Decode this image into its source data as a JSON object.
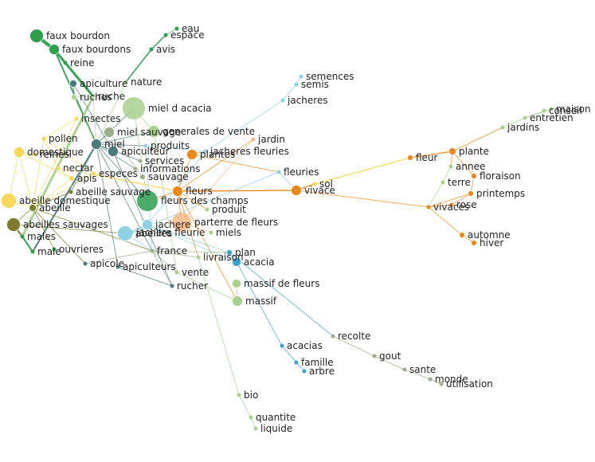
{
  "diagram": {
    "type": "word co-occurrence network",
    "community_colors": {
      "dark_green": "#2e9e4f",
      "light_green": "#a9d18e",
      "yellow": "#f5d85a",
      "olive": "#7d7c2e",
      "teal": "#4a7a7a",
      "light_blue": "#8fd0e3",
      "blue": "#3aa3c9",
      "orange": "#e8891a",
      "peach": "#f8b98a",
      "grey_green": "#9cae8a"
    },
    "nodes": [
      {
        "id": "faux_bourdon",
        "label": "faux bourdon",
        "color": "#2e9e4f"
      },
      {
        "id": "faux_bourdons",
        "label": "faux bourdons",
        "color": "#2e9e4f"
      },
      {
        "id": "reine",
        "label": "reine",
        "color": "#2e9e4f"
      },
      {
        "id": "eau",
        "label": "eau",
        "color": "#2e9e4f"
      },
      {
        "id": "espace",
        "label": "espace",
        "color": "#2e9e4f"
      },
      {
        "id": "avis",
        "label": "avis",
        "color": "#2e9e4f"
      },
      {
        "id": "apiculture",
        "label": "apiculture",
        "color": "#4a7a7a"
      },
      {
        "id": "nature",
        "label": "nature",
        "color": "#a9d18e"
      },
      {
        "id": "ruches",
        "label": "ruches",
        "color": "#a9d18e"
      },
      {
        "id": "ruche",
        "label": "ruche",
        "color": "#a9d18e"
      },
      {
        "id": "miel_acacia",
        "label": "miel d acacia",
        "color": "#a9d18e"
      },
      {
        "id": "insectes",
        "label": "insectes",
        "color": "#f5d85a"
      },
      {
        "id": "miel_sauvage",
        "label": "miel sauvage",
        "color": "#9cae8a"
      },
      {
        "id": "generales_vente",
        "label": "generales de vente",
        "color": "#a9d18e"
      },
      {
        "id": "pollen",
        "label": "pollen",
        "color": "#f5d85a"
      },
      {
        "id": "miel",
        "label": "miel",
        "color": "#4a7a7a"
      },
      {
        "id": "produits",
        "label": "produits",
        "color": "#8fd0e3"
      },
      {
        "id": "jardin",
        "label": "jardin",
        "color": "#f8b98a"
      },
      {
        "id": "domestique",
        "label": "domestique",
        "color": "#f5d85a"
      },
      {
        "id": "reines",
        "label": "reines",
        "color": "#f5d85a"
      },
      {
        "id": "apiculteur",
        "label": "apiculteur",
        "color": "#4a7a7a"
      },
      {
        "id": "plantes",
        "label": "plantes",
        "color": "#e8891a"
      },
      {
        "id": "jacheres_fleuries",
        "label": "jacheres fleuries",
        "color": "#8fd0e3"
      },
      {
        "id": "services",
        "label": "services",
        "color": "#9cae8a"
      },
      {
        "id": "nectar",
        "label": "nectar",
        "color": "#f5d85a"
      },
      {
        "id": "especes",
        "label": "especes",
        "color": "#f5d85a"
      },
      {
        "id": "informations",
        "label": "informations",
        "color": "#9cae8a"
      },
      {
        "id": "apis",
        "label": "apis",
        "color": "#f5d85a"
      },
      {
        "id": "sauvage",
        "label": "sauvage",
        "color": "#9cae8a"
      },
      {
        "id": "abeille_sauvage",
        "label": "abeille sauvage",
        "color": "#7d7c2e"
      },
      {
        "id": "fleurs",
        "label": "fleurs",
        "color": "#e8891a"
      },
      {
        "id": "abeille_domestique",
        "label": "abeille domestique",
        "color": "#f5d85a"
      },
      {
        "id": "abeille",
        "label": "abeille",
        "color": "#7d7c2e"
      },
      {
        "id": "fleurs_champs",
        "label": "fleurs des champs",
        "color": "#2e9e4f"
      },
      {
        "id": "produit",
        "label": "produit",
        "color": "#a9d18e"
      },
      {
        "id": "abeilles_sauvages",
        "label": "abeilles sauvages",
        "color": "#7d7c2e"
      },
      {
        "id": "abeilles",
        "label": "abeilles",
        "color": "#8fd0e3"
      },
      {
        "id": "jachere",
        "label": "jachere",
        "color": "#8fd0e3"
      },
      {
        "id": "parterre_fleurs",
        "label": "parterre de fleurs",
        "color": "#f8b98a"
      },
      {
        "id": "jachere_fleurie",
        "label": "jachere fleurie",
        "color": "#8fd0e3"
      },
      {
        "id": "miels",
        "label": "miels",
        "color": "#a9d18e"
      },
      {
        "id": "males",
        "label": "males",
        "color": "#2e9e4f"
      },
      {
        "id": "male",
        "label": "male",
        "color": "#2e9e4f"
      },
      {
        "id": "ouvrieres",
        "label": "ouvrieres",
        "color": "#2e9e4f"
      },
      {
        "id": "france",
        "label": "france",
        "color": "#9cae8a"
      },
      {
        "id": "livraison",
        "label": "livraison",
        "color": "#a9d18e"
      },
      {
        "id": "plan",
        "label": "plan",
        "color": "#3aa3c9"
      },
      {
        "id": "acacia",
        "label": "acacia",
        "color": "#3aa3c9"
      },
      {
        "id": "apicole",
        "label": "apicole",
        "color": "#4a7a7a"
      },
      {
        "id": "apiculteurs",
        "label": "apiculteurs",
        "color": "#4a7a7a"
      },
      {
        "id": "vente",
        "label": "vente",
        "color": "#a9d18e"
      },
      {
        "id": "rucher",
        "label": "rucher",
        "color": "#4a7a7a"
      },
      {
        "id": "massif_fleurs",
        "label": "massif de fleurs",
        "color": "#a9d18e"
      },
      {
        "id": "massif",
        "label": "massif",
        "color": "#a9d18e"
      },
      {
        "id": "semences",
        "label": "semences",
        "color": "#8fd0e3"
      },
      {
        "id": "semis",
        "label": "semis",
        "color": "#8fd0e3"
      },
      {
        "id": "jacheres",
        "label": "jacheres",
        "color": "#8fd0e3"
      },
      {
        "id": "fleuries",
        "label": "fleuries",
        "color": "#8fd0e3"
      },
      {
        "id": "sol",
        "label": "sol",
        "color": "#f5d85a"
      },
      {
        "id": "vivace",
        "label": "vivace",
        "color": "#e8891a"
      },
      {
        "id": "fleur",
        "label": "fleur",
        "color": "#e8891a"
      },
      {
        "id": "plante",
        "label": "plante",
        "color": "#e8891a"
      },
      {
        "id": "annee",
        "label": "annee",
        "color": "#a9d18e"
      },
      {
        "id": "terre",
        "label": "terre",
        "color": "#a9d18e"
      },
      {
        "id": "floraison",
        "label": "floraison",
        "color": "#e8891a"
      },
      {
        "id": "printemps",
        "label": "printemps",
        "color": "#e8891a"
      },
      {
        "id": "vivaces",
        "label": "vivaces",
        "color": "#e8891a"
      },
      {
        "id": "rose",
        "label": "rose",
        "color": "#e8891a"
      },
      {
        "id": "automne",
        "label": "automne",
        "color": "#e8891a"
      },
      {
        "id": "hiver",
        "label": "hiver",
        "color": "#e8891a"
      },
      {
        "id": "jardins",
        "label": "jardins",
        "color": "#a9d18e"
      },
      {
        "id": "maison",
        "label": "maison",
        "color": "#a9d18e"
      },
      {
        "id": "conseil",
        "label": "conseil",
        "color": "#a9d18e"
      },
      {
        "id": "entretien",
        "label": "entretien",
        "color": "#a9d18e"
      },
      {
        "id": "acacias",
        "label": "acacias",
        "color": "#3aa3c9"
      },
      {
        "id": "famille",
        "label": "famille",
        "color": "#3aa3c9"
      },
      {
        "id": "arbre",
        "label": "arbre",
        "color": "#3aa3c9"
      },
      {
        "id": "recolte",
        "label": "recolte",
        "color": "#9cae8a"
      },
      {
        "id": "gout",
        "label": "gout",
        "color": "#9cae8a"
      },
      {
        "id": "sante",
        "label": "sante",
        "color": "#9cae8a"
      },
      {
        "id": "monde",
        "label": "monde",
        "color": "#9cae8a"
      },
      {
        "id": "utilisation",
        "label": "utilisation",
        "color": "#9cae8a"
      },
      {
        "id": "bio",
        "label": "bio",
        "color": "#a9d18e"
      },
      {
        "id": "quantite",
        "label": "quantite",
        "color": "#a9d18e"
      },
      {
        "id": "liquide",
        "label": "liquide",
        "color": "#a9d18e"
      }
    ],
    "edges": [
      [
        "faux_bourdon",
        "faux_bourdons"
      ],
      [
        "faux_bourdons",
        "reine"
      ],
      [
        "faux_bourdons",
        "ruche"
      ],
      [
        "faux_bourdons",
        "miel"
      ],
      [
        "ruche",
        "males"
      ],
      [
        "miel",
        "male"
      ],
      [
        "males",
        "male"
      ],
      [
        "abeilles_sauvages",
        "males"
      ],
      [
        "eau",
        "espace"
      ],
      [
        "espace",
        "avis"
      ],
      [
        "avis",
        "nature"
      ],
      [
        "nature",
        "miel"
      ],
      [
        "apiculture",
        "ruches"
      ],
      [
        "apiculture",
        "apiculteur"
      ],
      [
        "ruches",
        "ruche"
      ],
      [
        "ruches",
        "miel"
      ],
      [
        "ruche",
        "miel"
      ],
      [
        "miel",
        "miel_acacia"
      ],
      [
        "miel",
        "miel_sauvage"
      ],
      [
        "miel",
        "apiculteur"
      ],
      [
        "miel",
        "produits"
      ],
      [
        "miel",
        "services"
      ],
      [
        "miel",
        "informations"
      ],
      [
        "miel",
        "fleurs_champs"
      ],
      [
        "miel",
        "abeille_sauvage"
      ],
      [
        "miel",
        "generales_vente"
      ],
      [
        "miel",
        "france"
      ],
      [
        "miel",
        "apiculteurs"
      ],
      [
        "miel_acacia",
        "generales_vente"
      ],
      [
        "miel_acacia",
        "fleurs_champs"
      ],
      [
        "miel_sauvage",
        "sauvage"
      ],
      [
        "generales_vente",
        "vente"
      ],
      [
        "insectes",
        "pollen"
      ],
      [
        "insectes",
        "abeille"
      ],
      [
        "pollen",
        "nectar"
      ],
      [
        "pollen",
        "especes"
      ],
      [
        "pollen",
        "abeille"
      ],
      [
        "domestique",
        "reines"
      ],
      [
        "domestique",
        "abeille"
      ],
      [
        "domestique",
        "apis"
      ],
      [
        "domestique",
        "abeille_domestique"
      ],
      [
        "nectar",
        "fleurs"
      ],
      [
        "nectar",
        "apis"
      ],
      [
        "especes",
        "fleurs"
      ],
      [
        "especes",
        "abeille"
      ],
      [
        "apis",
        "abeille"
      ],
      [
        "abeille_domestique",
        "abeille"
      ],
      [
        "abeille",
        "abeilles_sauvages"
      ],
      [
        "abeille",
        "abeille_sauvage"
      ],
      [
        "abeille",
        "ouvrieres"
      ],
      [
        "abeille",
        "apicole"
      ],
      [
        "abeille",
        "france"
      ],
      [
        "abeilles_sauvages",
        "abeilles"
      ],
      [
        "abeilles",
        "jachere"
      ],
      [
        "abeilles",
        "france"
      ],
      [
        "jachere",
        "jachere_fleurie"
      ],
      [
        "jachere",
        "jacheres_fleuries"
      ],
      [
        "jachere",
        "plan"
      ],
      [
        "jachere",
        "acacia"
      ],
      [
        "fleurs",
        "plantes"
      ],
      [
        "fleurs",
        "jardin"
      ],
      [
        "fleurs",
        "vivace"
      ],
      [
        "fleurs",
        "fleurs_champs"
      ],
      [
        "fleurs",
        "parterre_fleurs"
      ],
      [
        "fleurs",
        "produit"
      ],
      [
        "fleurs",
        "massif"
      ],
      [
        "fleurs",
        "livraison"
      ],
      [
        "parterre_fleurs",
        "jardin"
      ],
      [
        "parterre_fleurs",
        "miels"
      ],
      [
        "produits",
        "jacheres_fleuries"
      ],
      [
        "produits",
        "france"
      ],
      [
        "plantes",
        "jacheres_fleuries"
      ],
      [
        "plantes",
        "fleuries"
      ],
      [
        "jacheres_fleuries",
        "jacheres"
      ],
      [
        "jacheres",
        "semis"
      ],
      [
        "semis",
        "semences"
      ],
      [
        "jachere_fleurie",
        "fleuries"
      ],
      [
        "france",
        "plan"
      ],
      [
        "france",
        "livraison"
      ],
      [
        "france",
        "vente"
      ],
      [
        "france",
        "rucher"
      ],
      [
        "france",
        "apicole"
      ],
      [
        "plan",
        "acacia"
      ],
      [
        "plan",
        "recolte"
      ],
      [
        "recolte",
        "gout"
      ],
      [
        "gout",
        "sante"
      ],
      [
        "sante",
        "monde"
      ],
      [
        "monde",
        "utilisation"
      ],
      [
        "acacia",
        "acacias"
      ],
      [
        "acacias",
        "famille"
      ],
      [
        "famille",
        "arbre"
      ],
      [
        "massif_fleurs",
        "massif"
      ],
      [
        "massif",
        "vente"
      ],
      [
        "livraison",
        "bio"
      ],
      [
        "bio",
        "quantite"
      ],
      [
        "quantite",
        "liquide"
      ],
      [
        "vivace",
        "sol"
      ],
      [
        "sol",
        "fleur"
      ],
      [
        "fleur",
        "plante"
      ],
      [
        "plante",
        "annee"
      ],
      [
        "plante",
        "floraison"
      ],
      [
        "plante",
        "jardins"
      ],
      [
        "annee",
        "terre"
      ],
      [
        "terre",
        "vivaces"
      ],
      [
        "floraison",
        "printemps"
      ],
      [
        "printemps",
        "vivaces"
      ],
      [
        "printemps",
        "rose"
      ],
      [
        "vivaces",
        "rose"
      ],
      [
        "vivaces",
        "automne"
      ],
      [
        "automne",
        "hiver"
      ],
      [
        "vivace",
        "vivaces"
      ],
      [
        "jardins",
        "entretien"
      ],
      [
        "entretien",
        "conseil"
      ],
      [
        "entretien",
        "maison"
      ],
      [
        "fleuries",
        "vivace"
      ],
      [
        "apiculteur",
        "rucher"
      ],
      [
        "apiculteurs",
        "rucher"
      ]
    ]
  }
}
